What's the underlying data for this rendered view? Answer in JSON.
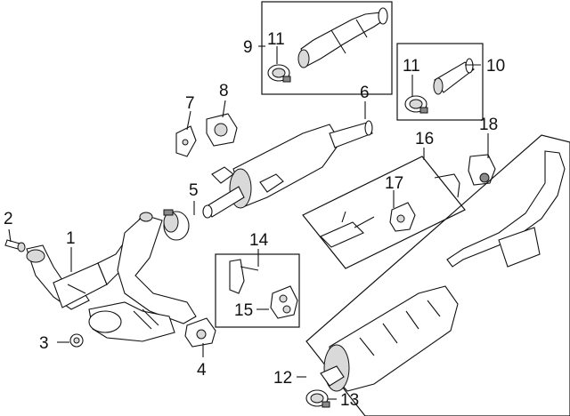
{
  "diagram": {
    "callouts": [
      {
        "id": "c1",
        "label": "1"
      },
      {
        "id": "c2",
        "label": "2"
      },
      {
        "id": "c3",
        "label": "3"
      },
      {
        "id": "c4",
        "label": "4"
      },
      {
        "id": "c5",
        "label": "5"
      },
      {
        "id": "c6",
        "label": "6"
      },
      {
        "id": "c7",
        "label": "7"
      },
      {
        "id": "c8",
        "label": "8"
      },
      {
        "id": "c9",
        "label": "9"
      },
      {
        "id": "c10",
        "label": "10"
      },
      {
        "id": "c11a",
        "label": "11"
      },
      {
        "id": "c11b",
        "label": "11"
      },
      {
        "id": "c12",
        "label": "12"
      },
      {
        "id": "c13",
        "label": "13"
      },
      {
        "id": "c14",
        "label": "14"
      },
      {
        "id": "c15",
        "label": "15"
      },
      {
        "id": "c16",
        "label": "16"
      },
      {
        "id": "c17",
        "label": "17"
      },
      {
        "id": "c18",
        "label": "18"
      }
    ]
  }
}
